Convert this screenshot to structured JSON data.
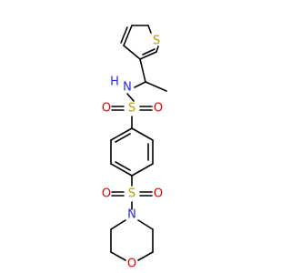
{
  "molecule": {
    "atoms": {
      "thiophene_s": {
        "symbol": "S",
        "color": "#b3a000"
      },
      "amine_n": {
        "symbol": "N",
        "color": "#2a2ae0"
      },
      "amine_h": {
        "symbol": "H",
        "color": "#2a2ae0"
      },
      "sulfonamide_s": {
        "symbol": "S",
        "color": "#b3a000"
      },
      "sulfonamide_o_left": {
        "symbol": "O",
        "color": "#e00000"
      },
      "sulfonamide_o_right": {
        "symbol": "O",
        "color": "#e00000"
      },
      "sulfonyl_s": {
        "symbol": "S",
        "color": "#b3a000"
      },
      "sulfonyl_o_left": {
        "symbol": "O",
        "color": "#e00000"
      },
      "sulfonyl_o_right": {
        "symbol": "O",
        "color": "#e00000"
      },
      "morpholine_n": {
        "symbol": "N",
        "color": "#2a2ae0"
      },
      "morpholine_o": {
        "symbol": "O",
        "color": "#e00000"
      }
    }
  }
}
